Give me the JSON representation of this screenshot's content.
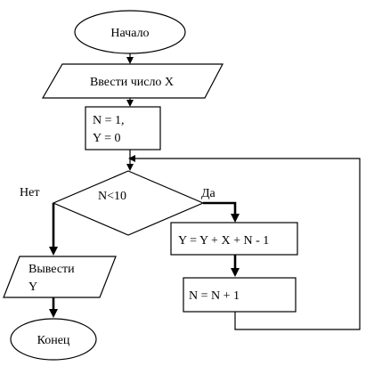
{
  "flowchart": {
    "start_label": "Начало",
    "input_label": "Ввести число X",
    "init_line1": "N = 1,",
    "init_line2": "Y = 0",
    "condition_label": "N<10",
    "no_label": "Нет",
    "yes_label": "Да",
    "calc_label": "Y = Y + X + N - 1",
    "increment_label": "N = N + 1",
    "output_line1": "Вывести",
    "output_line2": "Y",
    "end_label": "Конец"
  }
}
